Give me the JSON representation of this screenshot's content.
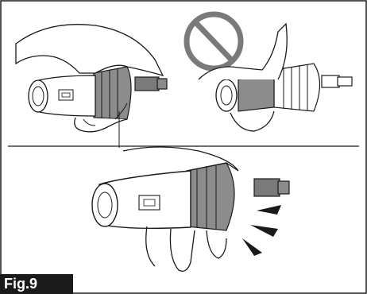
{
  "figure": {
    "label": "Fig.9"
  },
  "panels": [
    {
      "position": "top-left",
      "description_icon": "hand-gripping-hose-connector-icon"
    },
    {
      "position": "top-right",
      "description_icon": "prohibited-sign-icon"
    },
    {
      "position": "bottom",
      "description_icon": "click-sound-icon"
    }
  ],
  "colors": {
    "line": "#1a1a1a",
    "prohibit": "#7a7a7a",
    "collar": "#8c8c8c",
    "collar_light": "#b5b5b5",
    "nipple": "#777777",
    "label_bg": "#1a1a1a",
    "label_text": "#ffffff"
  }
}
